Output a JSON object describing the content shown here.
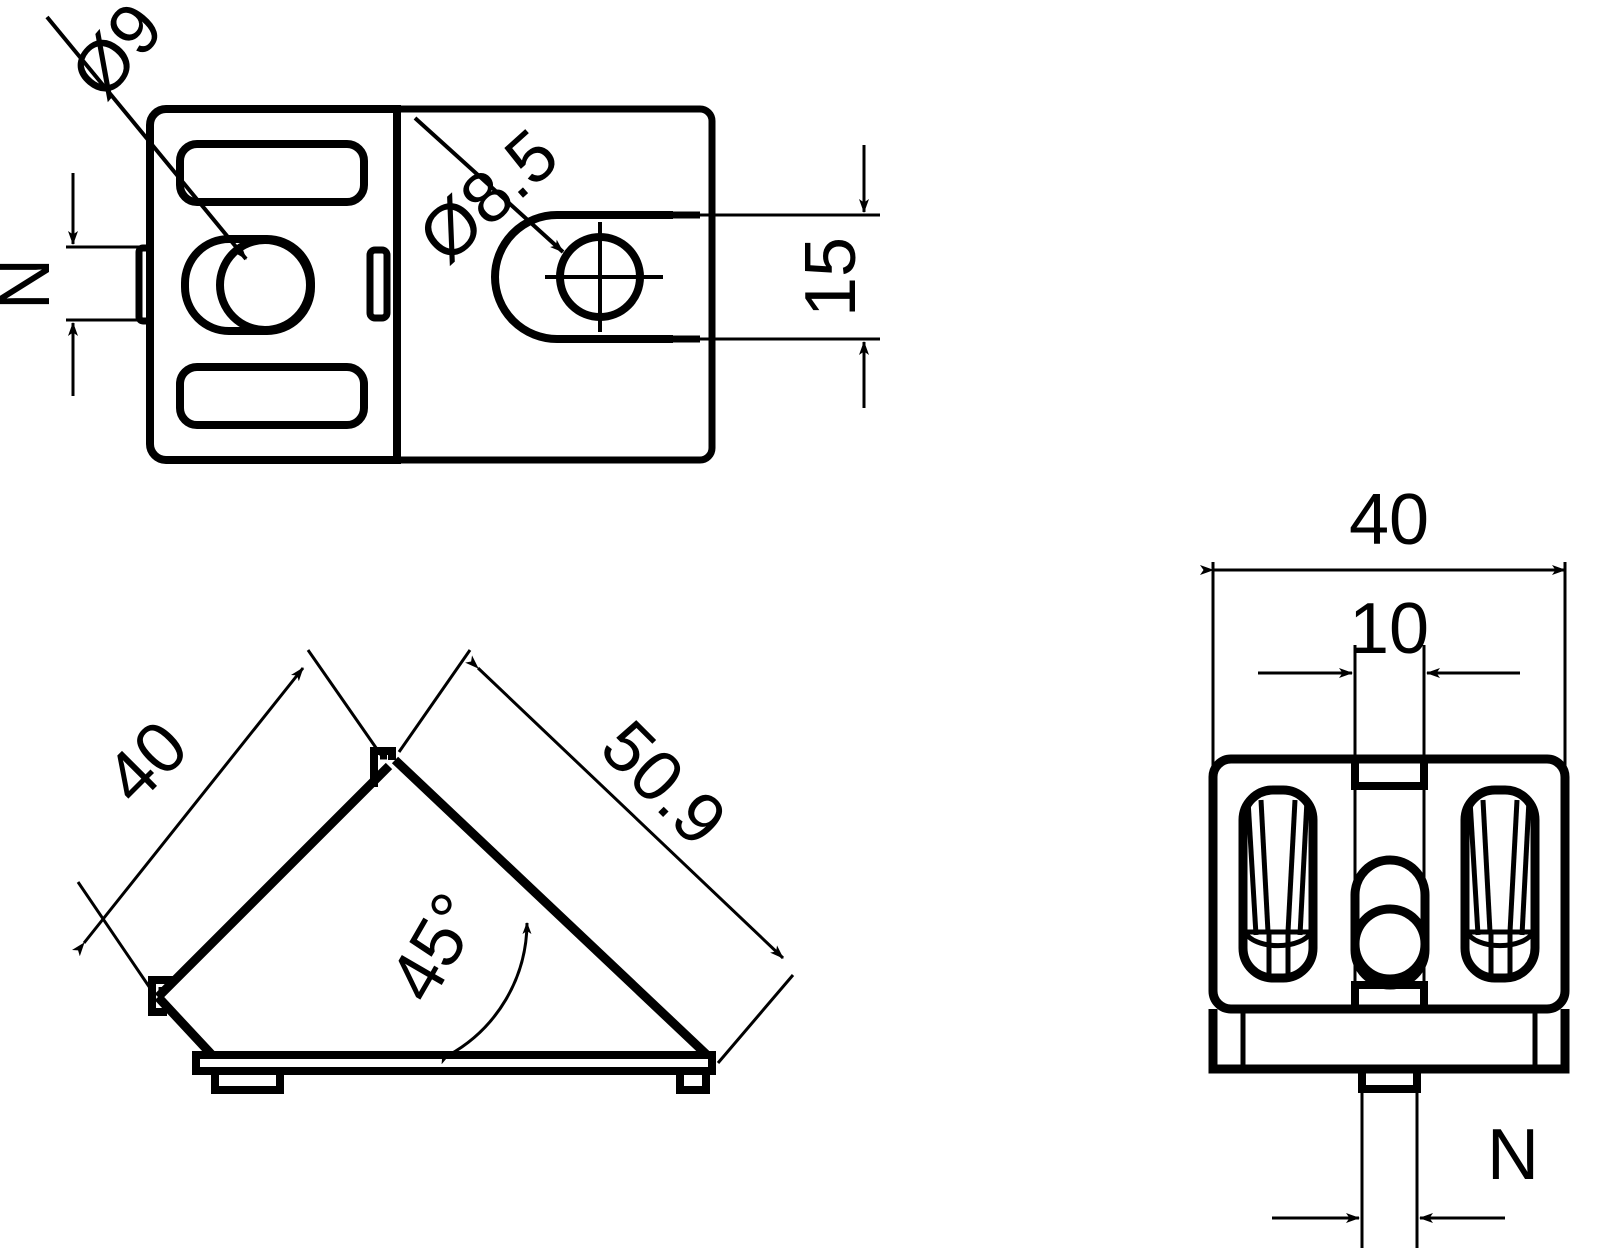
{
  "drawing": {
    "title": "Technical drawing - 45 degree angle bracket connector",
    "line_color": "#000000",
    "background_color": "#ffffff",
    "views": [
      {
        "name": "top-view",
        "labels": [
          "Ø9",
          "Ø8.5",
          "15",
          "N"
        ]
      },
      {
        "name": "side-view",
        "labels": [
          "40",
          "50.9",
          "45°"
        ]
      },
      {
        "name": "front-view",
        "labels": [
          "40",
          "10",
          "N"
        ]
      }
    ]
  },
  "dimensions": {
    "dia_9": "Ø9",
    "dia_8_5": "Ø8.5",
    "len_15": "15",
    "n_left": "N",
    "len_40_side": "40",
    "len_50_9": "50.9",
    "angle_45": "45°",
    "len_40_front": "40",
    "len_10_front": "10",
    "n_front": "N"
  }
}
